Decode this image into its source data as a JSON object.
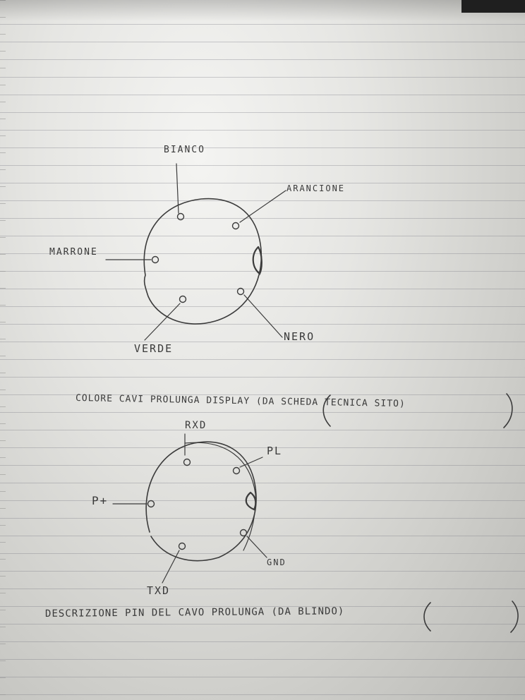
{
  "diagram_1": {
    "labels": {
      "top": "BIANCO",
      "top_right": "ARANCIONE",
      "left": "MARRONE",
      "bottom_left": "VERDE",
      "bottom_right": "NERO"
    },
    "caption": "COLORE CAVI PROLUNGA DISPLAY (DA SCHEDA TECNICA SITO)"
  },
  "diagram_2": {
    "labels": {
      "top": "RXD",
      "top_right": "PL",
      "left": "P+",
      "bottom_left": "TXD",
      "bottom_right": "GND"
    },
    "caption": "DESCRIZIONE PIN DEL CAVO PROLUNGA (DA BLINDO)"
  }
}
